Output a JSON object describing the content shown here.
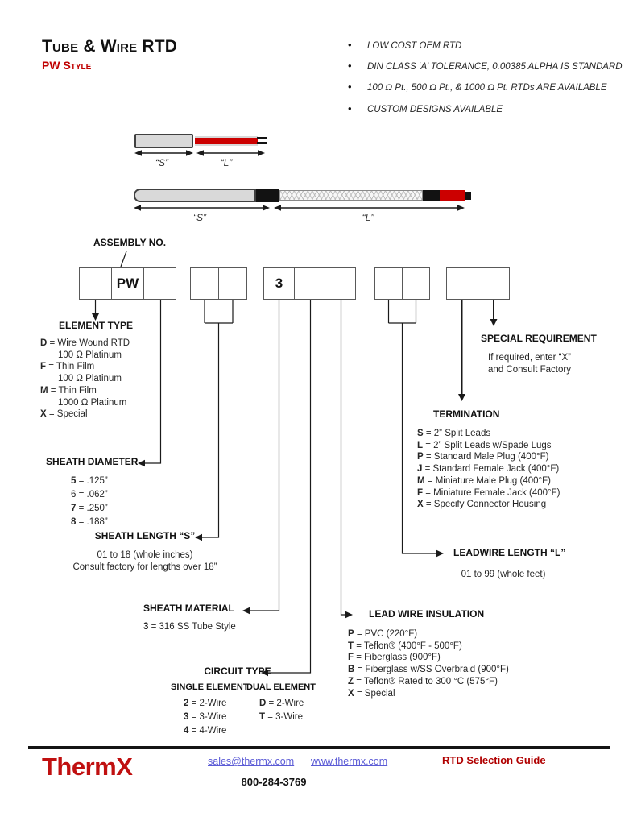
{
  "header": {
    "title": "Tube & Wire RTD",
    "subtitle": "PW Style"
  },
  "features": [
    "LOW COST OEM RTD",
    "DIN CLASS ‘A’ TOLERANCE, 0.00385 ALPHA IS STANDARD",
    "100 Ω Pt., 500 Ω Pt., & 1000 Ω Pt. RTDs ARE AVAILABLE",
    "CUSTOM DESIGNS AVAILABLE"
  ],
  "dims": {
    "s": "“S”",
    "l": "“L”"
  },
  "assembly": {
    "label": "ASSEMBLY NO.",
    "boxes": [
      [
        "",
        "PW",
        ""
      ],
      [
        "",
        ""
      ],
      [
        "3",
        "",
        ""
      ],
      [
        "",
        ""
      ],
      [
        "",
        ""
      ]
    ]
  },
  "sections": {
    "element_type": {
      "title": "ELEMENT TYPE",
      "options": [
        {
          "code": "D",
          "text": "Wire Wound RTD"
        },
        {
          "text": "100 Ω Platinum",
          "indent": true
        },
        {
          "code": "F",
          "text": "Thin Film"
        },
        {
          "text": "100 Ω Platinum",
          "indent": true
        },
        {
          "code": "M",
          "text": "Thin Film"
        },
        {
          "text": "1000 Ω Platinum",
          "indent": true
        },
        {
          "code": "X",
          "text": "Special"
        }
      ]
    },
    "sheath_diameter": {
      "title": "SHEATH DIAMETER",
      "options": [
        {
          "code": "5",
          "text": ".125”"
        },
        {
          "code": "6",
          "text": ".062”",
          "plain": true
        },
        {
          "code": "7",
          "text": ".250”"
        },
        {
          "code": "8",
          "text": ".188”"
        }
      ]
    },
    "sheath_length": {
      "title": "SHEATH LENGTH “S”",
      "lines": [
        "01 to 18 (whole inches)",
        "Consult factory for lengths over 18”"
      ]
    },
    "sheath_material": {
      "title": "SHEATH MATERIAL",
      "options": [
        {
          "code": "3",
          "text": "316 SS Tube Style"
        }
      ]
    },
    "circuit_type": {
      "title": "CIRCUIT TYPE",
      "col1": "SINGLE ELEMENT",
      "col2": "DUAL ELEMENT",
      "single": [
        {
          "code": "2",
          "text": "2-Wire"
        },
        {
          "code": "3",
          "text": "3-Wire"
        },
        {
          "code": "4",
          "text": "4-Wire"
        }
      ],
      "dual": [
        {
          "code": "D",
          "text": "2-Wire"
        },
        {
          "code": "T",
          "text": "3-Wire"
        }
      ]
    },
    "lead_wire_insulation": {
      "title": "LEAD WIRE INSULATION",
      "options": [
        {
          "code": "P",
          "text": "PVC (220°F)"
        },
        {
          "code": "T",
          "text": "Teflon® (400°F - 500°F)"
        },
        {
          "code": "F",
          "text": "Fiberglass (900°F)"
        },
        {
          "code": "B",
          "text": "Fiberglass w/SS Overbraid (900°F)"
        },
        {
          "code": "Z",
          "text": "Teflon® Rated to 300 °C (575°F)"
        },
        {
          "code": "X",
          "text": "Special"
        }
      ]
    },
    "leadwire_length": {
      "title": "LEADWIRE LENGTH “L”",
      "lines": [
        "01 to 99 (whole feet)"
      ]
    },
    "termination": {
      "title": "TERMINATION",
      "options": [
        {
          "code": "S",
          "text": "2” Split Leads"
        },
        {
          "code": "L",
          "text": "2” Split Leads w/Spade Lugs"
        },
        {
          "code": "P",
          "text": "Standard Male Plug (400°F)"
        },
        {
          "code": "J",
          "text": "Standard Female Jack (400°F)"
        },
        {
          "code": "M",
          "text": "Miniature Male Plug (400°F)"
        },
        {
          "code": "F",
          "text": "Miniature Female Jack (400°F)"
        },
        {
          "code": "X",
          "text": "Specify Connector Housing"
        }
      ]
    },
    "special_requirement": {
      "title": "SPECIAL REQUIREMENT",
      "lines": [
        "If required, enter “X”",
        "and Consult Factory"
      ]
    }
  },
  "footer": {
    "logo": "ThermX",
    "email": "sales@thermx.com",
    "website": "www.thermx.com",
    "guide": "RTD Selection Guide",
    "phone": "800-284-3769"
  },
  "colors": {
    "accent_red": "#C00000",
    "feature_navy": "#17365D",
    "link_blue": "#5B5BD6",
    "probe_red": "#CC0000",
    "tube_grey": "#D9D9D9"
  }
}
